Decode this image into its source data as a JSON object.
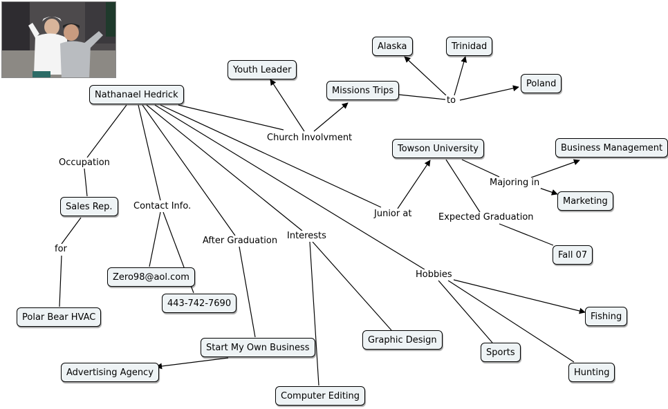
{
  "concept_map": {
    "nodes": {
      "nathanael": "Nathanael Hedrick",
      "youth_leader": "Youth Leader",
      "missions_trips": "Missions Trips",
      "alaska": "Alaska",
      "trinidad": "Trinidad",
      "poland": "Poland",
      "towson": "Towson University",
      "business_management": "Business Management",
      "marketing": "Marketing",
      "fall_07": "Fall 07",
      "sales_rep": "Sales Rep.",
      "polar_bear": "Polar Bear HVAC",
      "email": "Zero98@aol.com",
      "phone": "443-742-7690",
      "start_business": "Start My Own Business",
      "advertising_agency": "Advertising Agency",
      "graphic_design": "Graphic Design",
      "computer_editing": "Computer Editing",
      "sports": "Sports",
      "fishing": "Fishing",
      "hunting": "Hunting"
    },
    "link_labels": {
      "church": "Church Involvment",
      "to": "to",
      "occupation": "Occupation",
      "for": "for",
      "contact": "Contact Info.",
      "after_graduation": "After Graduation",
      "interests": "Interests",
      "junior_at": "Junior at",
      "majoring_in": "Majoring in",
      "expected_graduation": "Expected Graduation",
      "hobbies": "Hobbies"
    },
    "photo": {
      "icon": "photo-of-two-people"
    }
  }
}
